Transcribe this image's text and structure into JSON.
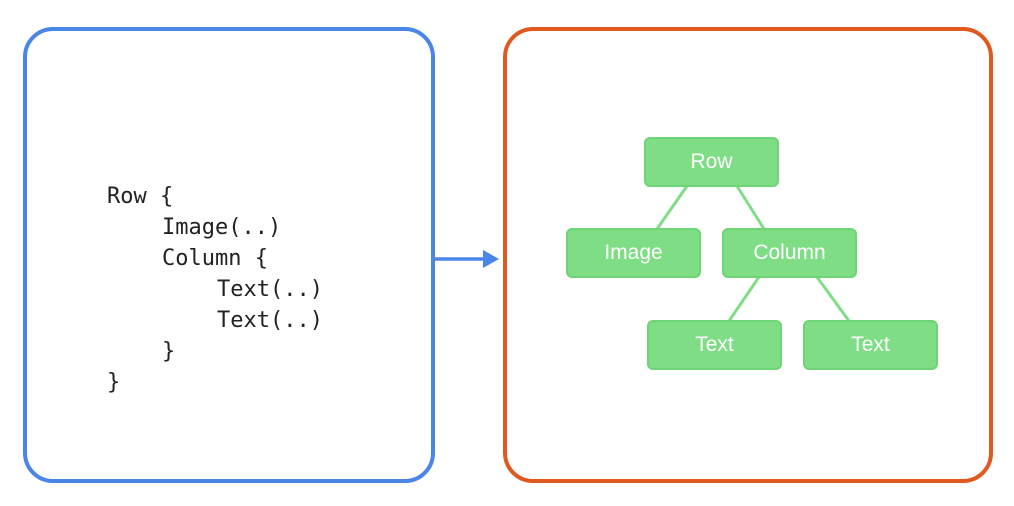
{
  "colors": {
    "code_panel_border": "#4a86e8",
    "tree_panel_border": "#e0591f",
    "arrow": "#4a86e8",
    "node_fill": "#7fde85",
    "node_border": "#6fd476",
    "edge": "#7fde85"
  },
  "code": {
    "lines": [
      "Row {",
      "Image(..)",
      "Column {",
      "Text(..)",
      "Text(..)",
      "}",
      "}"
    ]
  },
  "tree": {
    "nodes": [
      "Row",
      "Image",
      "Column",
      "Text",
      "Text"
    ]
  }
}
